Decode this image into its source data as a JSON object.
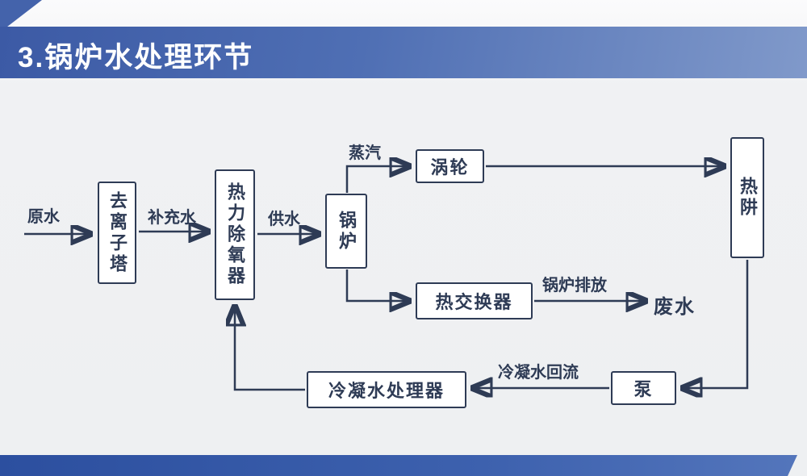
{
  "header": {
    "title": "3.锅炉水处理环节"
  },
  "diagram": {
    "nodes": {
      "deionizer": {
        "label": "去离子塔"
      },
      "deaerator": {
        "label": "热力除氧器"
      },
      "boiler": {
        "label": "锅炉"
      },
      "turbine": {
        "label": "涡轮"
      },
      "heat_sink": {
        "label": "热阱"
      },
      "heat_exchanger": {
        "label": "热交换器"
      },
      "condensate_processor": {
        "label": "冷凝水处理器"
      },
      "pump": {
        "label": "泵"
      }
    },
    "labels": {
      "raw_water": "原水",
      "makeup_water": "补充水",
      "feed_water": "供水",
      "steam": "蒸汽",
      "boiler_blowdown": "锅炉排放",
      "waste_water": "废水",
      "condensate_return": "冷凝水回流"
    },
    "flow": [
      "原水 → 去离子塔 →(补充水)→ 热力除氧器 →(供水)→ 锅炉",
      "锅炉 →(蒸汽)→ 涡轮 → 热阱",
      "锅炉 → 热交换器 →(锅炉排放)→ 废水",
      "热阱 → 泵 →(冷凝水回流)→ 冷凝水处理器 → 热力除氧器"
    ],
    "colors": {
      "line": "#2e3b55",
      "node_border": "#2e3b55",
      "node_fill": "#ffffff",
      "banner_blue": "#3c5aa5",
      "banner_blue_light": "#8099ca",
      "footer_blue": "#2c4f9f",
      "background": "#eef0f2"
    }
  }
}
